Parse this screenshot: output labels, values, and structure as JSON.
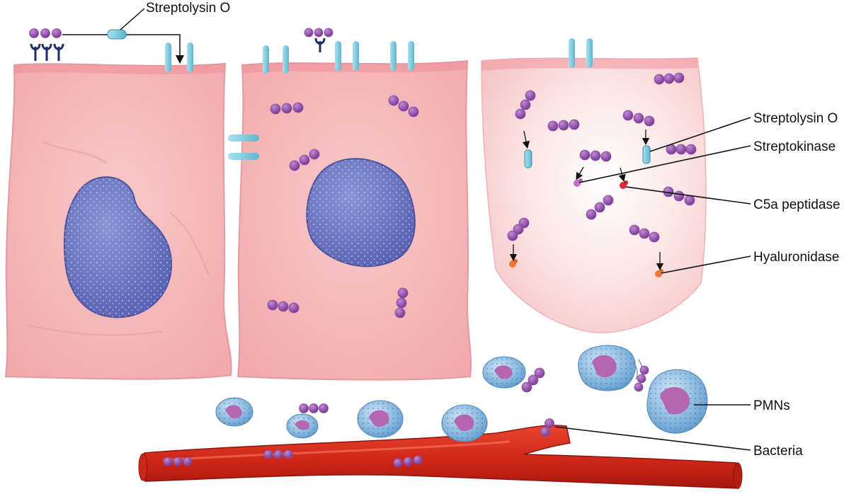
{
  "labels": {
    "streptolysin_top": "Streptolysin O",
    "streptolysin_right": "Streptolysin O",
    "streptokinase": "Streptokinase",
    "c5a_peptidase": "C5a peptidase",
    "hyaluronidase": "Hyaluronidase",
    "pmns": "PMNs",
    "bacteria": "Bacteria"
  },
  "colors": {
    "cell_fill": "#f4b7b8",
    "cell_edge": "#e59a9e",
    "nucleus": "#6e78c3",
    "bacterium": "#8e4ca6",
    "streptolysin": "#7fcde0",
    "streptokinase": "#c46fc0",
    "c5a_peptidase": "#e02a35",
    "hyaluronidase": "#f07a3a",
    "pmn_body": "#7fb6de",
    "pmn_nucleus": "#b467b0",
    "vessel": "#d8291c"
  },
  "icons": [
    "bacteria-chain-icon",
    "streptolysin-pore-icon",
    "receptor-icon",
    "pmn-cell-icon",
    "blood-vessel-icon"
  ]
}
